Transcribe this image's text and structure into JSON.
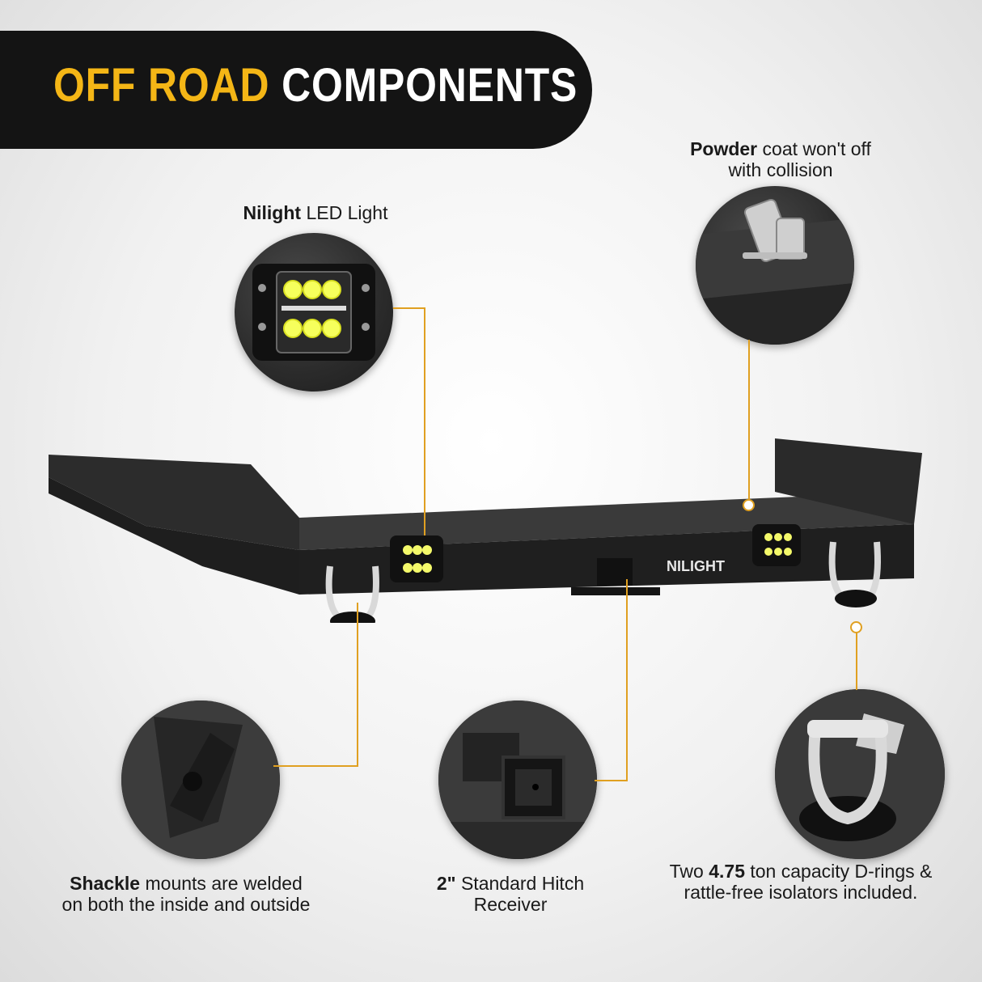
{
  "header": {
    "title_accent": "OFF ROAD",
    "title_main": "COMPONENTS"
  },
  "colors": {
    "accent": "#f4b616",
    "banner": "#141414",
    "callout_line": "#e0a021"
  },
  "callouts": {
    "led": {
      "bold": "Nilight",
      "text": " LED Light"
    },
    "powder": {
      "bold": "Powder",
      "text_line1": " coat won't off",
      "text_line2": "with collision"
    },
    "shackle": {
      "bold": "Shackle",
      "text_line1": " mounts are welded",
      "text_line2": "on both the inside and outside"
    },
    "hitch": {
      "bold": "2\"",
      "text_line1": " Standard Hitch",
      "text_line2": "Receiver"
    },
    "drings": {
      "prefix": "Two  ",
      "bold": "4.75",
      "text_line1": " ton capacity D-rings &",
      "text_line2": "rattle-free isolators included."
    }
  },
  "product": {
    "brand_logo": "NILIGHT"
  },
  "icons": [
    "led-light-closeup",
    "wrench-closeup",
    "shackle-mount-closeup",
    "hitch-receiver-closeup",
    "d-ring-closeup"
  ]
}
